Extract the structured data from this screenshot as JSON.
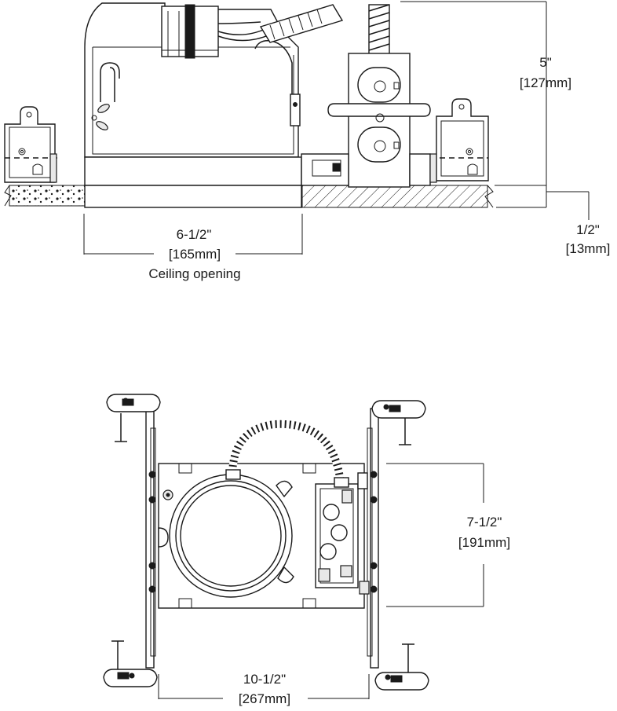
{
  "side_view": {
    "height_dim": {
      "imperial": "5\"",
      "metric": "[127mm]"
    },
    "ceiling_dim": {
      "imperial": "1/2\"",
      "metric": "[13mm]"
    },
    "opening_dim": {
      "imperial": "6-1/2\"",
      "metric": "[165mm]",
      "caption": "Ceiling opening"
    }
  },
  "top_view": {
    "depth_dim": {
      "imperial": "7-1/2\"",
      "metric": "[191mm]"
    },
    "width_dim": {
      "imperial": "10-1/2\"",
      "metric": "[267mm]"
    }
  }
}
